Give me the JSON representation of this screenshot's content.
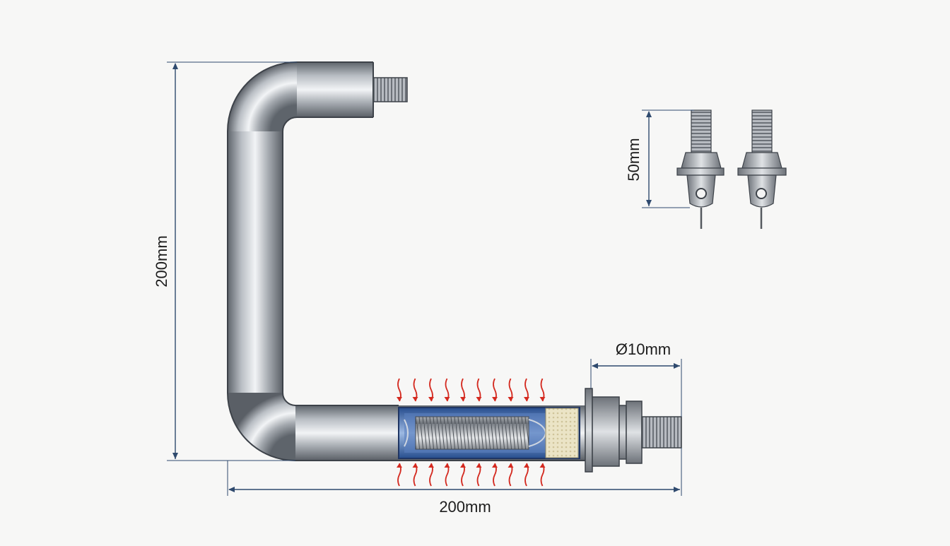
{
  "diagram": {
    "dimensions": {
      "vertical_height": "200mm",
      "horizontal_length": "200mm",
      "diameter": "Ø10mm",
      "terminal_height": "50mm"
    },
    "colors": {
      "tube_metal": "#9ea3aa",
      "dimension_line": "#2f4a6e",
      "heat_arrow": "#d42a20",
      "insulation": "#3f6fb0",
      "filler": "#e6dfc0"
    },
    "components": {
      "tube": "bent-heating-tube",
      "coil": "resistance-coil",
      "terminals": "threaded-terminal"
    }
  }
}
